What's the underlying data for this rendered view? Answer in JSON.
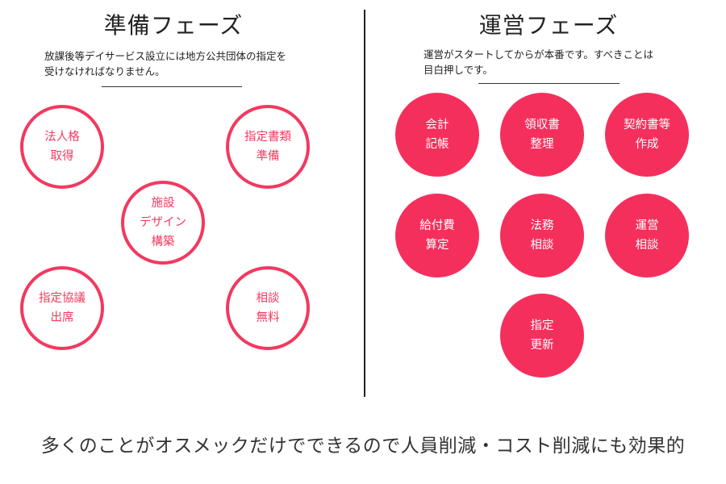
{
  "left": {
    "title": "準備フェーズ",
    "description": "放課後等デイサービス設立には地方公共団体の指定を\n受けなければなりません。",
    "circles": [
      "法人格\n取得",
      "指定書類\n準備",
      "施設\nデザイン\n構築",
      "指定協議\n出席",
      "相談\n無料"
    ]
  },
  "right": {
    "title": "運営フェーズ",
    "description": "運営がスタートしてからが本番です。すべきことは\n目白押しです。",
    "circles": [
      "会計\n記帳",
      "領収書\n整理",
      "契約書等\n作成",
      "給付費\n算定",
      "法務\n相談",
      "運営\n相談",
      "指定\n更新"
    ]
  },
  "footer": "多くのことがオスメックだけでできるので人員削減・コスト削減にも効果的",
  "colors": {
    "accent": "#f2395f",
    "filled": "#f52f5c"
  }
}
